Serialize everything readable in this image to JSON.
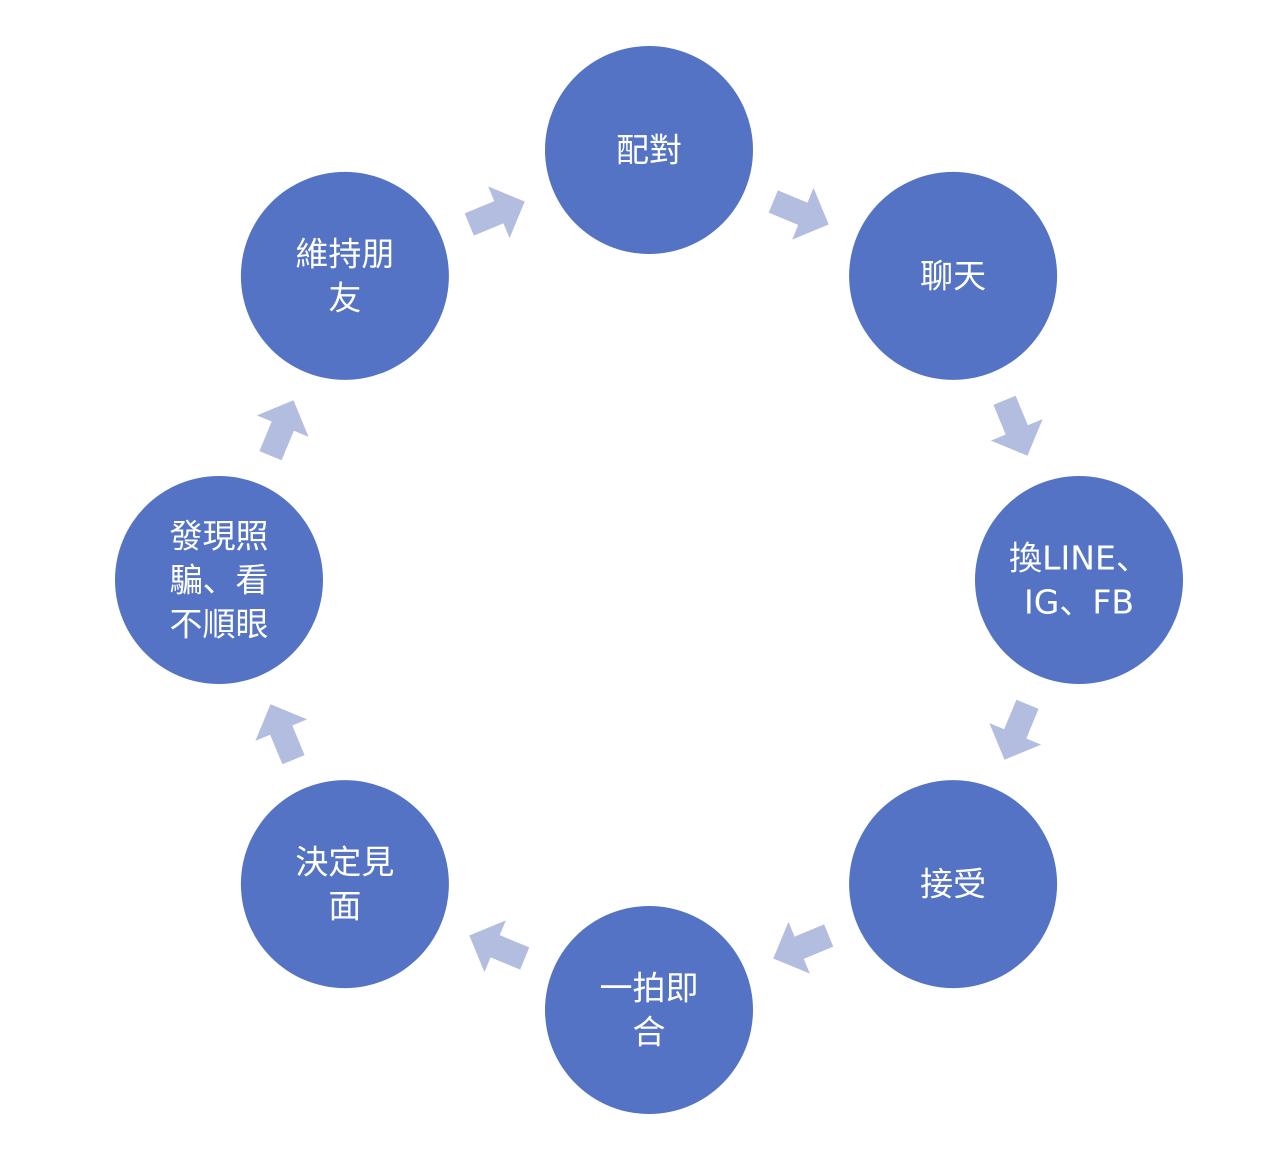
{
  "diagram": {
    "type": "cycle",
    "node_color": "#5473c4",
    "arrow_color": "#b3bde0",
    "label_color": "#ffffff",
    "nodes": [
      {
        "id": "pairing",
        "lines": [
          "配對"
        ]
      },
      {
        "id": "chat",
        "lines": [
          "聊天"
        ]
      },
      {
        "id": "exchange",
        "lines": [
          "換LINE、",
          "IG、FB"
        ]
      },
      {
        "id": "accept",
        "lines": [
          "接受"
        ]
      },
      {
        "id": "hit-it-off",
        "lines": [
          "一拍即",
          "合"
        ]
      },
      {
        "id": "decide-meet",
        "lines": [
          "決定見",
          "面"
        ]
      },
      {
        "id": "scam-dislike",
        "lines": [
          "發現照",
          "騙、看",
          "不順眼"
        ]
      },
      {
        "id": "stay-friends",
        "lines": [
          "維持朋",
          "友"
        ]
      }
    ]
  }
}
